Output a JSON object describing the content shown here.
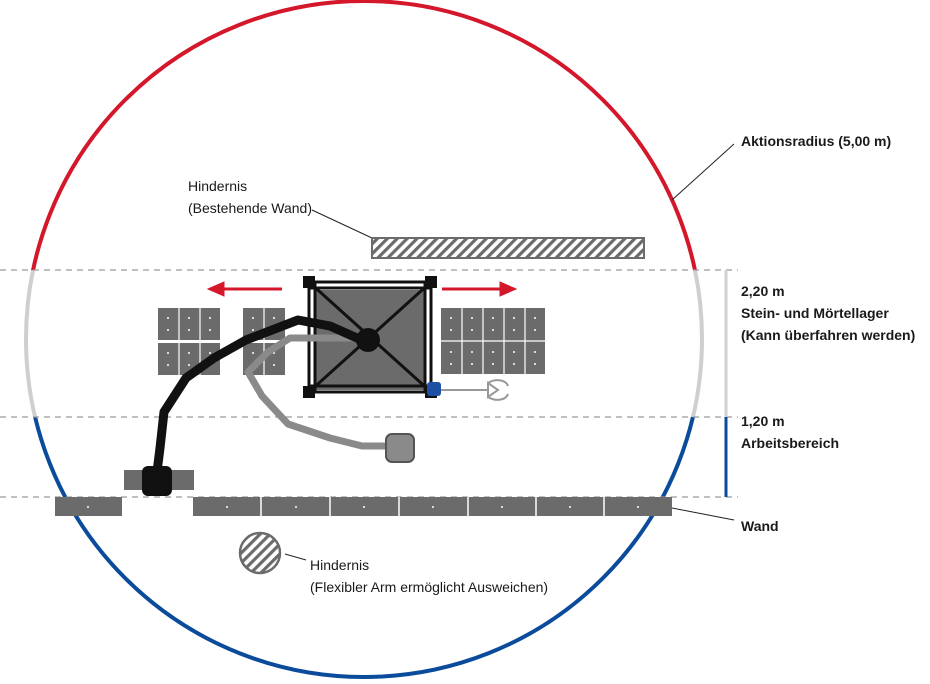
{
  "labels": {
    "radius": "Aktionsradius (5,00 m)",
    "obstacle_wall_title": "Hindernis",
    "obstacle_wall_sub": "(Bestehende Wand)",
    "storage_dim": "2,20 m",
    "storage_title": "Stein- und Mörtellager",
    "storage_sub": "(Kann überfahren werden)",
    "work_dim": "1,20 m",
    "work_title": "Arbeitsbereich",
    "wall": "Wand",
    "obstacle_round_title": "Hindernis",
    "obstacle_round_sub": "(Flexibler Arm ermöglicht Ausweichen)"
  },
  "colors": {
    "radius_red": "#d4172b",
    "radius_blue": "#0b4b9b",
    "radius_light": "#cfcfcf",
    "block": "#6b6b6b",
    "arm_active": "#111111",
    "arm_ghost": "#8a8a8a",
    "arrow": "#d4172b",
    "dashed": "#9a9a9a",
    "motor": "#1d4fa3"
  },
  "icons": {
    "move_arrows": "arrow-left-right-icon",
    "gripper": "gripper-icon",
    "hatch": "hatch-pattern"
  }
}
